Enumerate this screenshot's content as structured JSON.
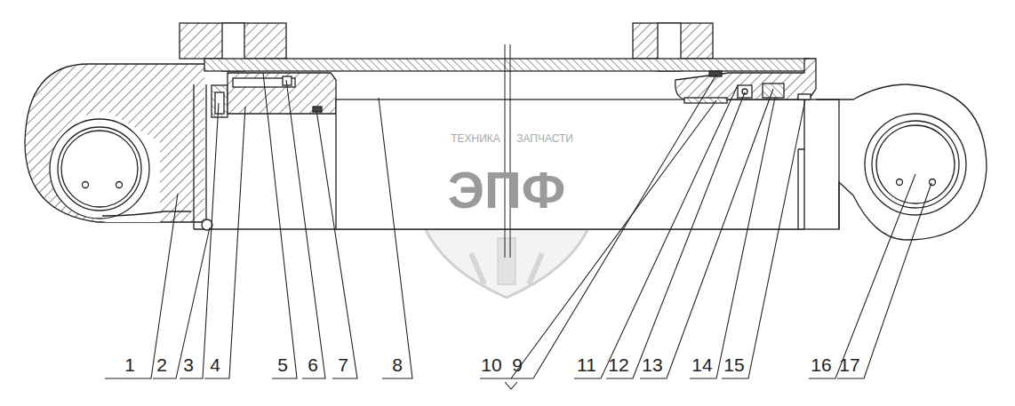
{
  "diagram": {
    "labels": [
      "1",
      "2",
      "3",
      "4",
      "5",
      "6",
      "7",
      "8",
      "10",
      "9",
      "11",
      "12",
      "13",
      "14",
      "15",
      "16",
      "17",
      "ТЕХНИКА",
      "ЗАПЧАСТИ",
      "ЭПФ"
    ]
  }
}
